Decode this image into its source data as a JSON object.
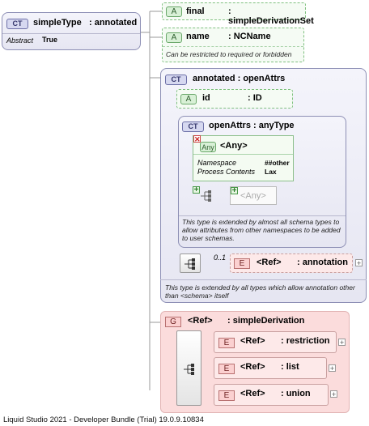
{
  "root": {
    "badge": "CT",
    "name": "simpleType",
    "type": ": annotated",
    "prop_label": "Abstract",
    "prop_value": "True"
  },
  "final_attr": {
    "badge": "A",
    "name": "final",
    "type": ": simpleDerivationSet"
  },
  "name_attr": {
    "badge": "A",
    "name": "name",
    "type": ": NCName",
    "note": "Can be restricted to required or forbidden"
  },
  "annotated": {
    "badge": "CT",
    "title": "annotated : openAttrs",
    "id_attr": {
      "badge": "A",
      "name": "id",
      "type": ": ID"
    },
    "openattrs": {
      "badge": "CT",
      "title": "openAttrs : anyType",
      "any": {
        "badge": "Any",
        "label": "<Any>",
        "ns_label": "Namespace",
        "ns_value": "##other",
        "pc_label": "Process Contents",
        "pc_value": "Lax"
      },
      "any2_label": "<Any>",
      "note": "This type is extended by almost all schema types to allow attributes from other namespaces to be added to user schemas."
    },
    "occurs": "0..1",
    "ref": {
      "badge": "E",
      "name": "<Ref>",
      "type": ": annotation"
    },
    "note": "This type is extended by all types which allow annotation other than <schema> itself"
  },
  "group": {
    "badge": "G",
    "name": "<Ref>",
    "type": ": simpleDerivation",
    "items": [
      {
        "badge": "E",
        "name": "<Ref>",
        "type": ": restriction"
      },
      {
        "badge": "E",
        "name": "<Ref>",
        "type": ": list"
      },
      {
        "badge": "E",
        "name": "<Ref>",
        "type": ": union"
      }
    ]
  },
  "footer": "Liquid Studio 2021 - Developer Bundle (Trial) 19.0.9.10834"
}
